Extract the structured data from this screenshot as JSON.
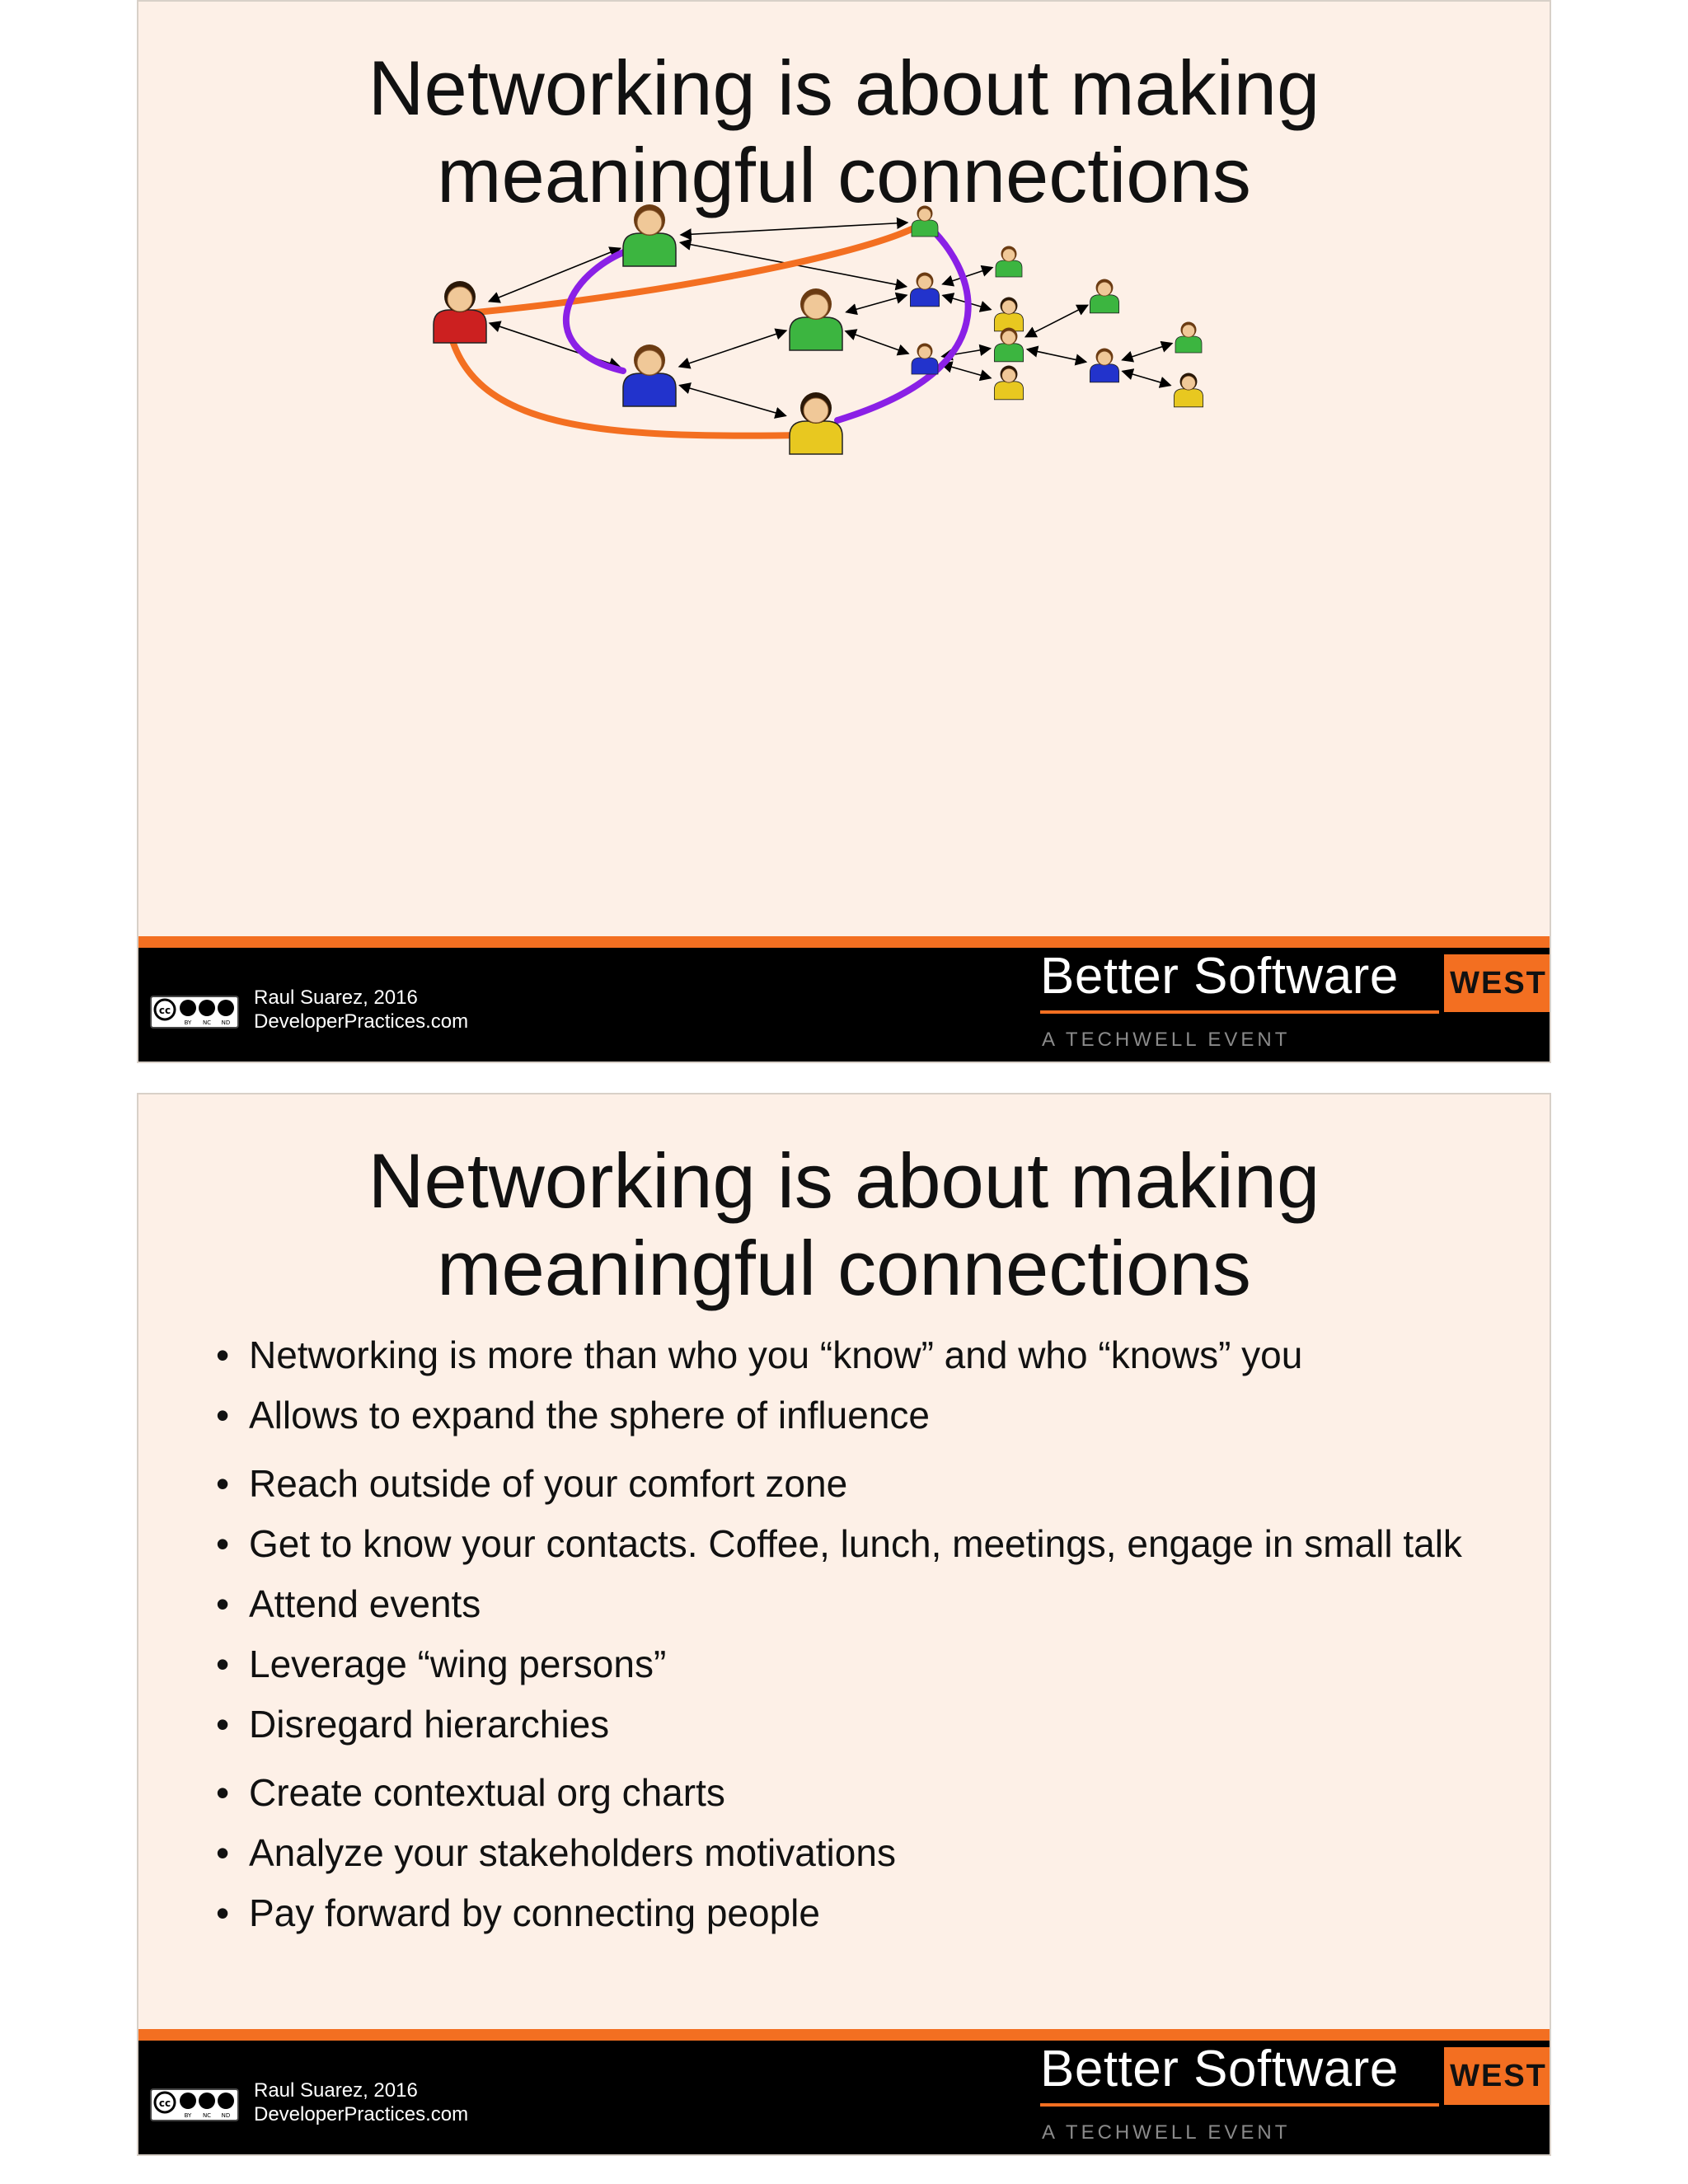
{
  "slides": [
    {
      "title_lines": [
        "Networking is about making",
        "meaningful connections"
      ],
      "footer": {
        "author": "Raul Suarez, 2016",
        "website": "DeveloperPractices.com",
        "license": {
          "badge": [
            "cc",
            "BY",
            "NC",
            "ND"
          ]
        },
        "brand": {
          "name": "Better Software",
          "edition": "WEST",
          "tagline": "A TECHWELL EVENT"
        }
      }
    },
    {
      "title_lines": [
        "Networking is about making",
        "meaningful connections"
      ],
      "bullets": [
        "Networking is more than who you “know” and who “knows” you",
        "Allows to expand the sphere of influence",
        "Reach outside of your comfort zone",
        "Get to know your contacts. Coffee, lunch, meetings, engage in small talk",
        "Attend events",
        "Leverage “wing persons”",
        "Disregard hierarchies",
        "Create contextual org charts",
        "Analyze your stakeholders motivations",
        "Pay forward by connecting people"
      ],
      "footer": {
        "author": "Raul Suarez, 2016",
        "website": "DeveloperPractices.com",
        "license": {
          "badge": [
            "cc",
            "BY",
            "NC",
            "ND"
          ]
        },
        "brand": {
          "name": "Better Software",
          "edition": "WEST",
          "tagline": "A TECHWELL EVENT"
        }
      }
    }
  ],
  "network": {
    "colors": {
      "green": "#3cb540",
      "blue": "#2233cc",
      "yellow": "#e8c820",
      "red": "#cc2020",
      "orange_link": "#f36f21",
      "purple_link": "#8a20e6"
    }
  }
}
